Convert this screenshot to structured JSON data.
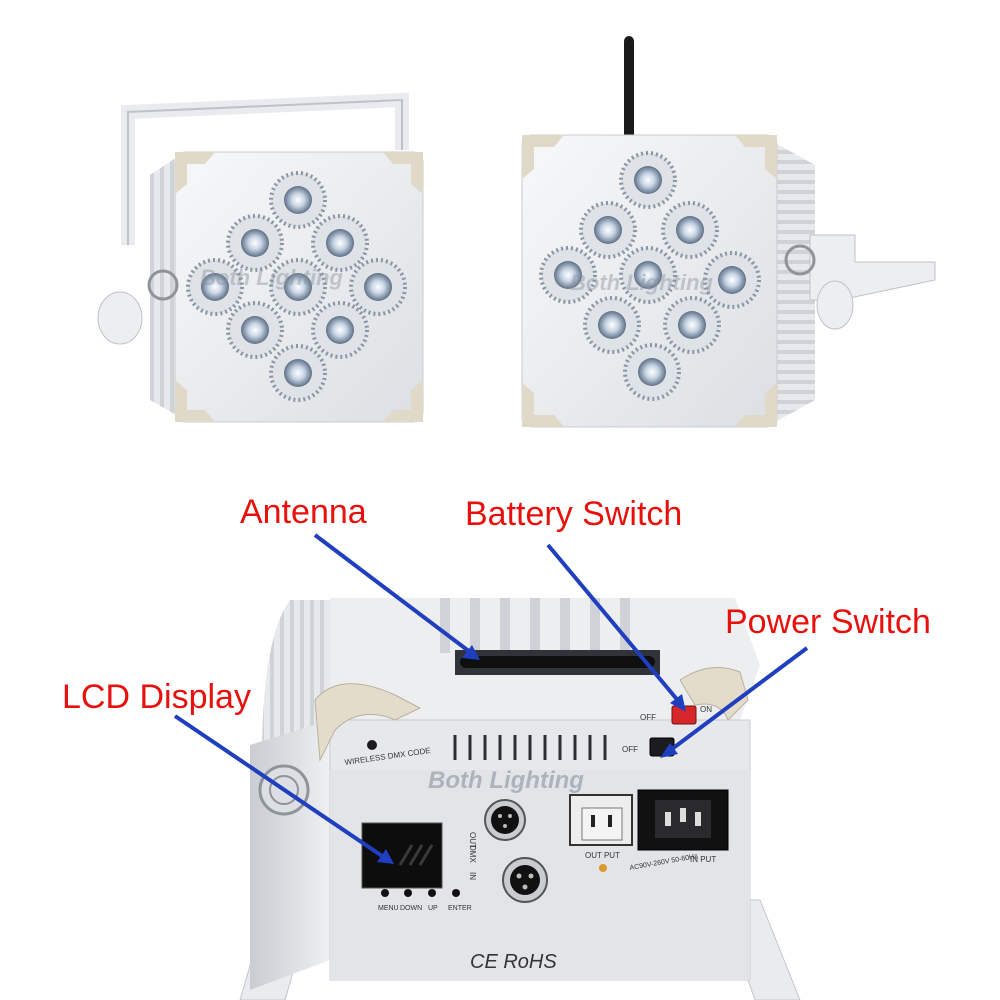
{
  "watermark": "Both Lighting",
  "callouts": {
    "antenna": "Antenna",
    "battery_switch": "Battery Switch",
    "power_switch": "Power Switch",
    "lcd_display": "LCD Display"
  },
  "panel_labels": {
    "wireless_dmx_code": "WIRELESS DMX CODE",
    "dmx": "DMX",
    "out": "OUT",
    "in": "IN",
    "output": "OUT PUT",
    "input": "IN PUT",
    "voltage": "AC90V-260V 50-60Hz",
    "off_top": "OFF",
    "on_top": "ON",
    "off_bottom": "OFF",
    "buttons": [
      "MENU",
      "DOWN",
      "UP",
      "ENTER"
    ],
    "certifications": "CE  RoHS"
  },
  "colors": {
    "callout_text": "#e8100c",
    "arrow": "#1f3fbf",
    "body": "#eef0f2",
    "panel": "#e4e6e9",
    "led": "#6b7f96",
    "switch_red": "#d9262a"
  }
}
